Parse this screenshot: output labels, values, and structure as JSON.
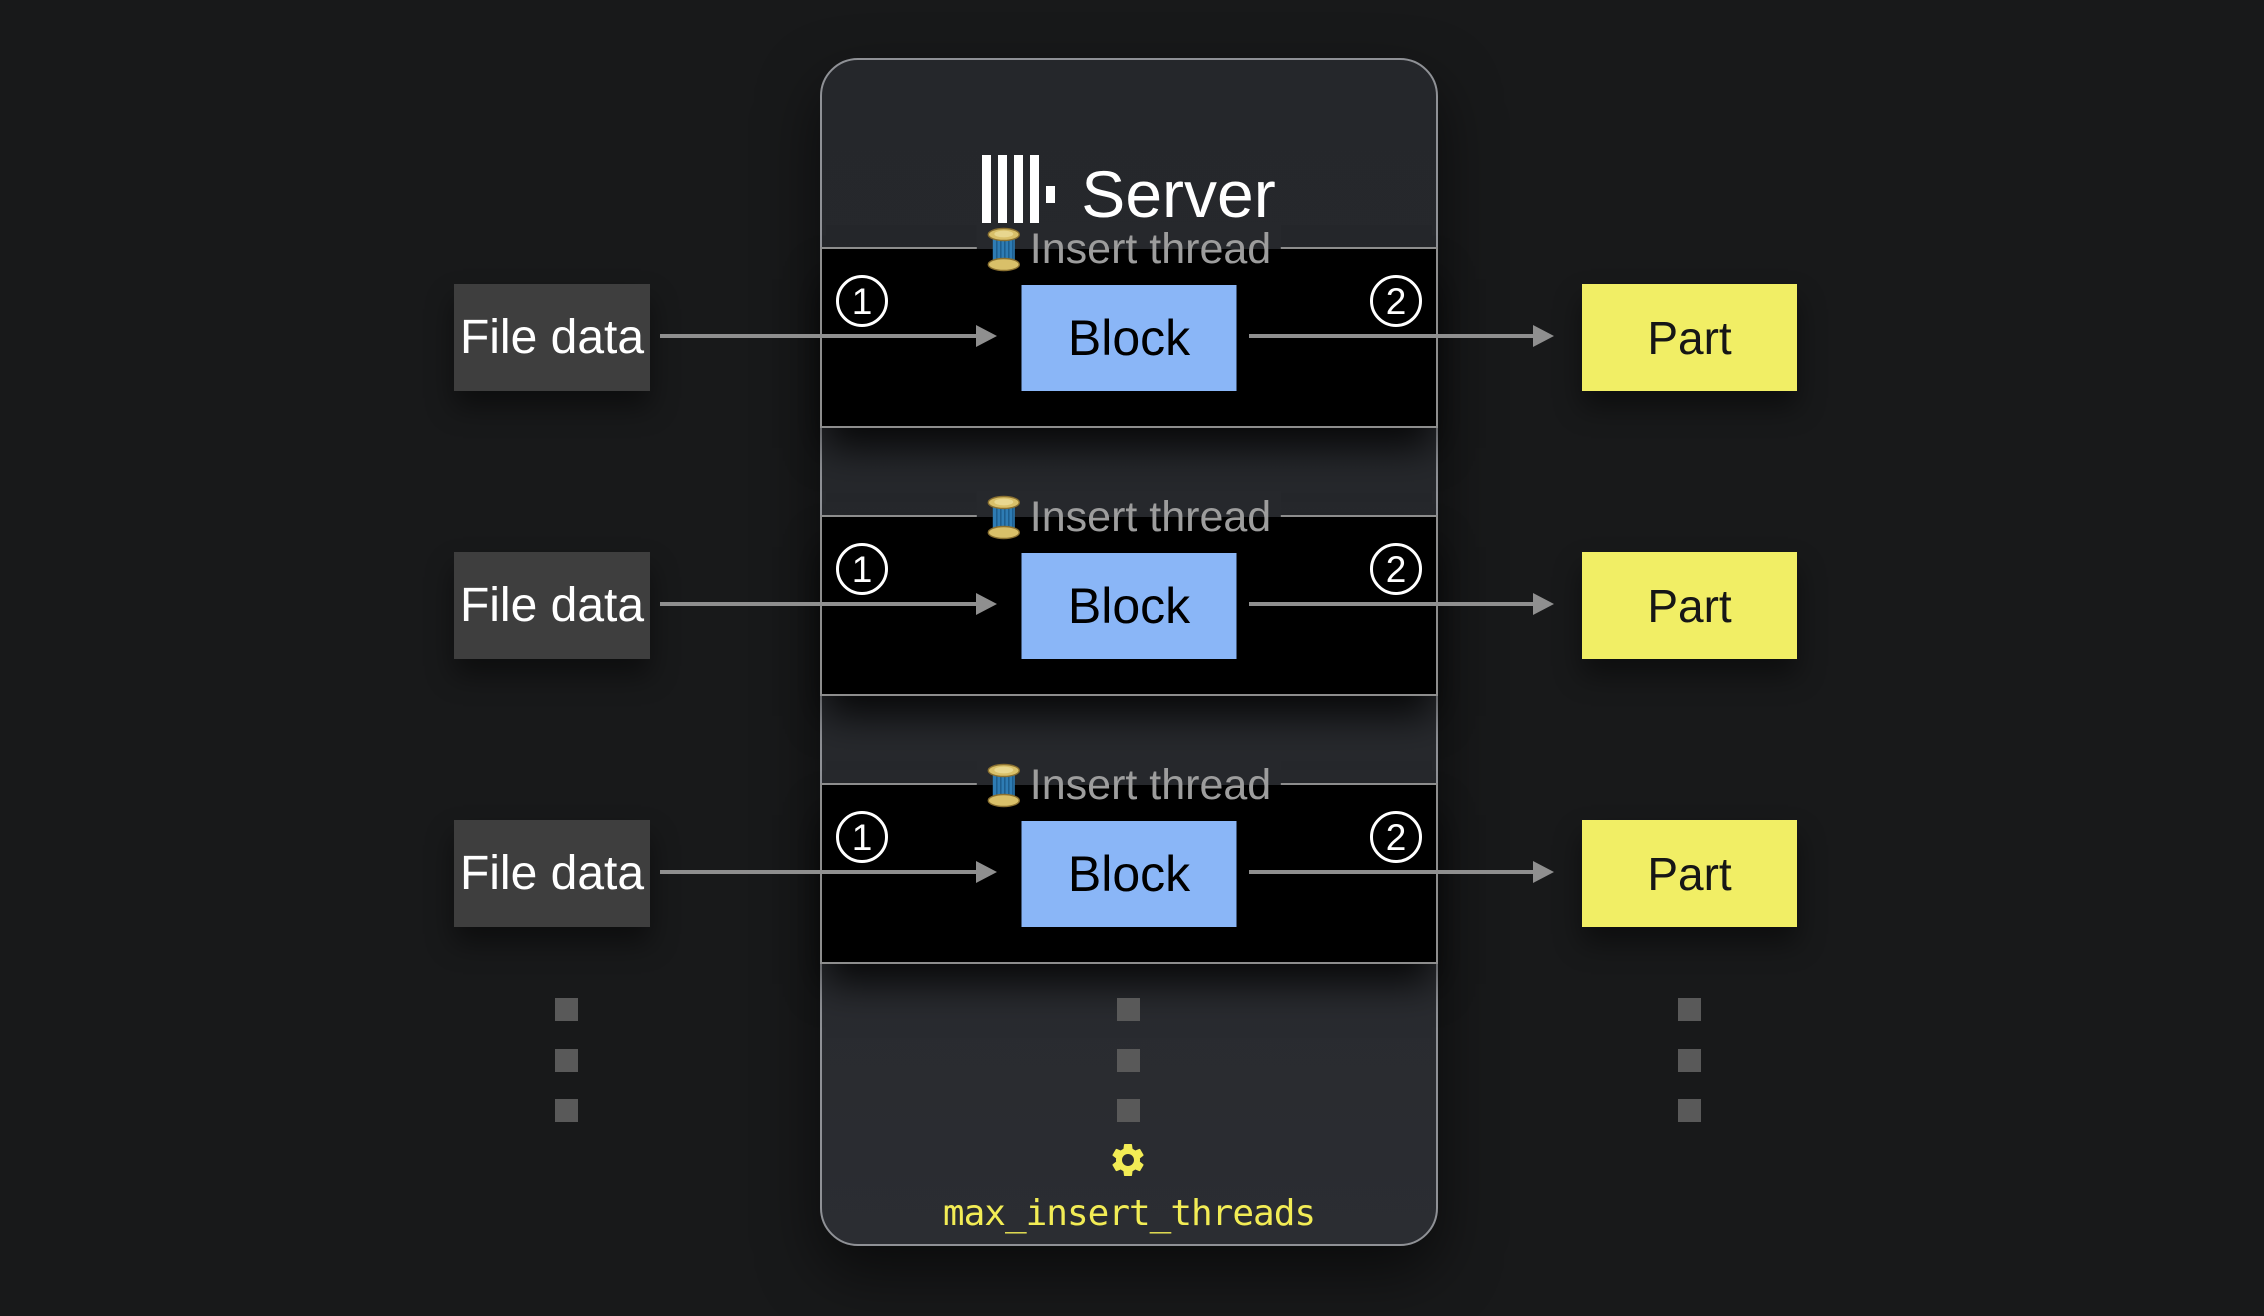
{
  "server": {
    "title": "Server",
    "rows": [
      {
        "legend": "Insert thread",
        "step_in": "1",
        "step_out": "2",
        "block": "Block",
        "input": "File data",
        "output": "Part"
      },
      {
        "legend": "Insert thread",
        "step_in": "1",
        "step_out": "2",
        "block": "Block",
        "input": "File data",
        "output": "Part"
      },
      {
        "legend": "Insert thread",
        "step_in": "1",
        "step_out": "2",
        "block": "Block",
        "input": "File data",
        "output": "Part"
      }
    ],
    "setting_label": "max_insert_threads"
  },
  "icons": {
    "logo": "clickhouse-bars-logo",
    "legend_icon": "thread-spool",
    "setting_icon": "gear"
  },
  "colors": {
    "canvas_bg": "#18191a",
    "server_bg": "#26282c",
    "row_black": "#000000",
    "block_blue": "#8ab6f7",
    "part_yellow": "#f1ee65",
    "file_gray": "#3e3e3e",
    "setting_yellow": "#f2ec55",
    "arrow_gray": "#8f8f8f",
    "legend_gray": "#9d9d9d"
  }
}
